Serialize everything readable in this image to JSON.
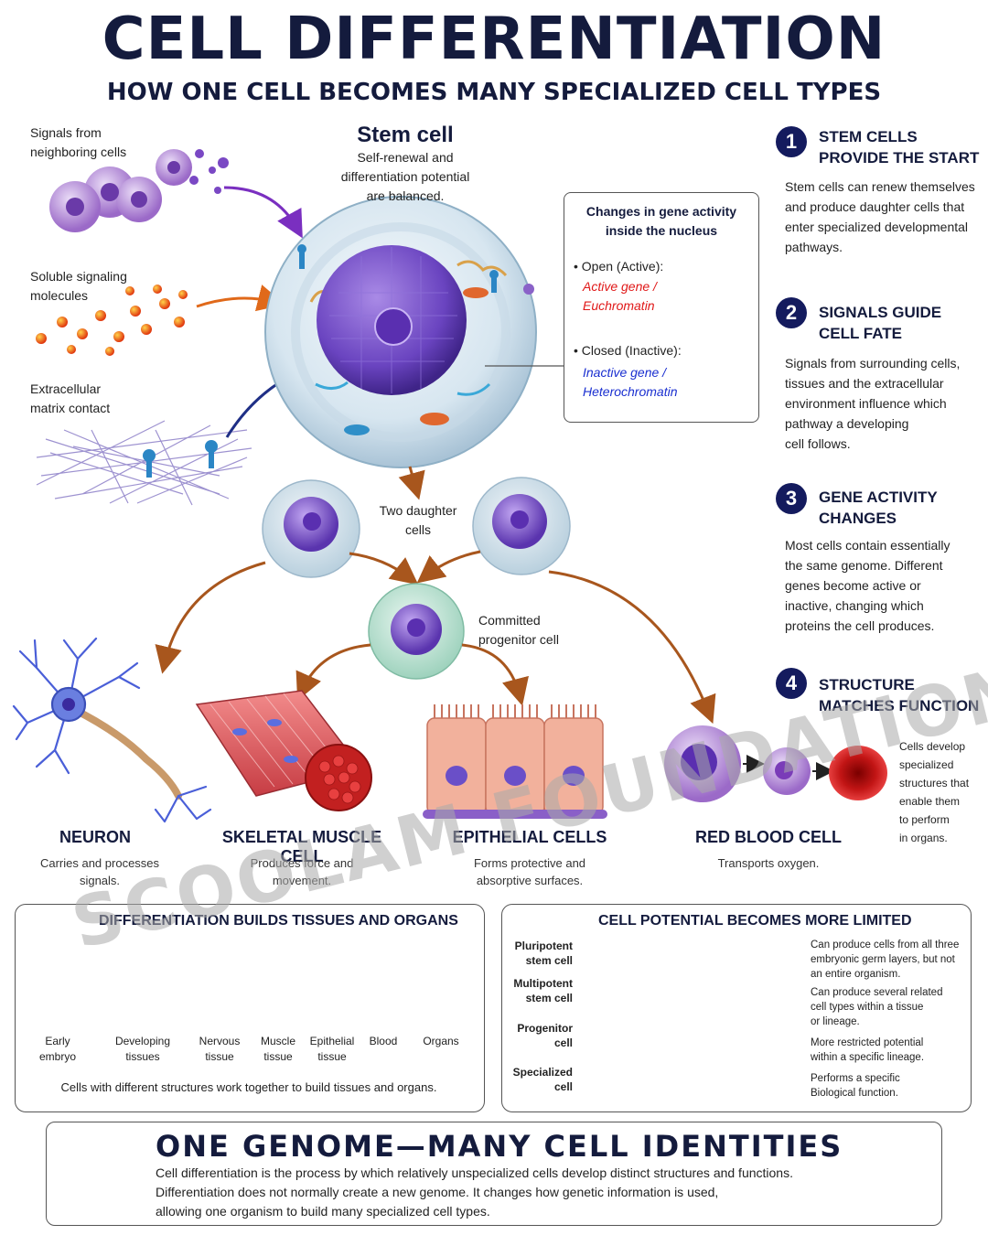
{
  "title": "CELL DIFFERENTIATION",
  "subtitle": "HOW ONE CELL BECOMES MANY SPECIALIZED CELL TYPES",
  "left_labels": {
    "signals_neighbor": [
      "Signals from",
      "neighboring cells"
    ],
    "soluble": [
      "Soluble signaling",
      "molecules"
    ],
    "ecm": [
      "Extracellular",
      "matrix contact"
    ]
  },
  "stem_cell": {
    "title": "Stem cell",
    "desc": [
      "Self-renewal and",
      "differentiation potential",
      "are balanced."
    ]
  },
  "gene_box": {
    "title": [
      "Changes in gene activity",
      "inside the nucleus"
    ],
    "open_label": "Open (Active):",
    "open_sub": [
      "Active gene /",
      "Euchromatin"
    ],
    "closed_label": "Closed (Inactive):",
    "closed_sub": [
      "Inactive gene /",
      "Heterochromatin"
    ],
    "colors": {
      "active": "#e01818",
      "inactive": "#1a2fd0"
    }
  },
  "daughter_label": [
    "Two daughter",
    "cells"
  ],
  "progenitor_label": [
    "Committed",
    "progenitor cell"
  ],
  "cell_types": [
    {
      "name": "NEURON",
      "desc": [
        "Carries and processes",
        "signals."
      ]
    },
    {
      "name": "SKELETAL MUSCLE CELL",
      "desc": [
        "Produces force and",
        "movement."
      ]
    },
    {
      "name": "EPITHELIAL CELLS",
      "desc": [
        "Forms protective and",
        "absorptive surfaces."
      ]
    },
    {
      "name": "RED BLOOD CELL",
      "desc": [
        "Transports oxygen."
      ]
    }
  ],
  "steps": [
    {
      "num": "1",
      "title": [
        "STEM CELLS",
        "PROVIDE THE START"
      ],
      "text": [
        "Stem cells can renew themselves",
        "and produce daughter cells that",
        "enter specialized developmental",
        "pathways."
      ]
    },
    {
      "num": "2",
      "title": [
        "SIGNALS GUIDE",
        "CELL FATE"
      ],
      "text": [
        "Signals from surrounding cells,",
        "tissues and the extracellular",
        "environment influence which",
        "pathway a developing",
        "cell follows."
      ]
    },
    {
      "num": "3",
      "title": [
        "GENE ACTIVITY",
        "CHANGES"
      ],
      "text": [
        "Most cells contain essentially",
        "the same genome. Different",
        "genes become active or",
        "inactive, changing which",
        "proteins the cell produces."
      ]
    },
    {
      "num": "4",
      "title": [
        "STRUCTURE",
        "MATCHES FUNCTION"
      ],
      "text": [
        "Cells develop",
        "specialized",
        "structures that",
        "enable them",
        "to perform",
        "in organs."
      ]
    }
  ],
  "tissues_panel": {
    "title": "DIFFERENTIATION  BUILDS TISSUES AND ORGANS",
    "items": [
      [
        "Early",
        "embryo"
      ],
      [
        "Developing",
        "tissues"
      ],
      [
        "Nervous",
        "tissue"
      ],
      [
        "Muscle",
        "tissue"
      ],
      [
        "Epithelial",
        "tissue"
      ],
      [
        "Blood",
        ""
      ],
      [
        "Organs",
        ""
      ]
    ],
    "caption": "Cells with different structures work together to build tissues and organs."
  },
  "potential_panel": {
    "title": "CELL POTENTIAL BECOMES MORE LIMITED",
    "levels": [
      {
        "label": [
          "Pluripotent",
          "stem cell"
        ],
        "desc": [
          "Can produce cells from all three",
          "embryonic germ layers, but not",
          "an entire organism."
        ]
      },
      {
        "label": [
          "Multipotent",
          "stem cell"
        ],
        "desc": [
          "Can produce several related",
          "cell types within a tissue",
          "or lineage."
        ]
      },
      {
        "label": [
          "Progenitor",
          "cell"
        ],
        "desc": [
          "More restricted potential",
          "within a specific lineage."
        ]
      },
      {
        "label": [
          "Specialized",
          "cell"
        ],
        "desc": [
          "Performs a specific",
          "Biological function."
        ]
      }
    ]
  },
  "footer": {
    "title": "ONE GENOME—MANY CELL IDENTITIES",
    "lines": [
      "Cell differentiation is the process by which relatively unspecialized cells develop distinct structures and functions.",
      "Differentiation does not normally create a new genome. It changes how genetic information is used,",
      "allowing one organism to build many specialized cell types."
    ]
  },
  "watermark": "SCOOLAM FOUNDATION",
  "icons": [
    "dna-icon",
    "neuron-icon",
    "muscle-cell-icon",
    "epithelial-cells-icon",
    "red-blood-cell-icon",
    "heart-icon"
  ]
}
